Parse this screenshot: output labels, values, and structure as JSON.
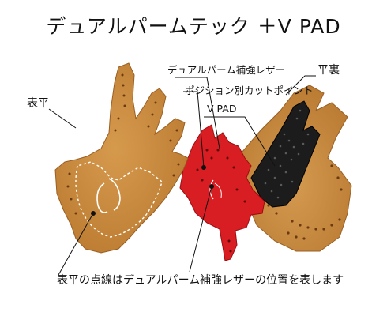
{
  "title": "デュアルパームテック ＋V PAD",
  "labels": {
    "back_palm": "表平",
    "dual_palm_reinforcement": "デュアルパーム補強レザー",
    "position_cut_point": "ポジション別カットポイント",
    "vpad": "V PAD",
    "lining": "平裏"
  },
  "caption": "表平の点線はデュアルパーム補強レザーの位置を表します",
  "colors": {
    "leather": "#c98a3c",
    "leather_dark": "#a8692a",
    "reinforcement_red": "#d81e23",
    "vpad_black": "#1c1c1c",
    "leader_line": "#111111"
  }
}
